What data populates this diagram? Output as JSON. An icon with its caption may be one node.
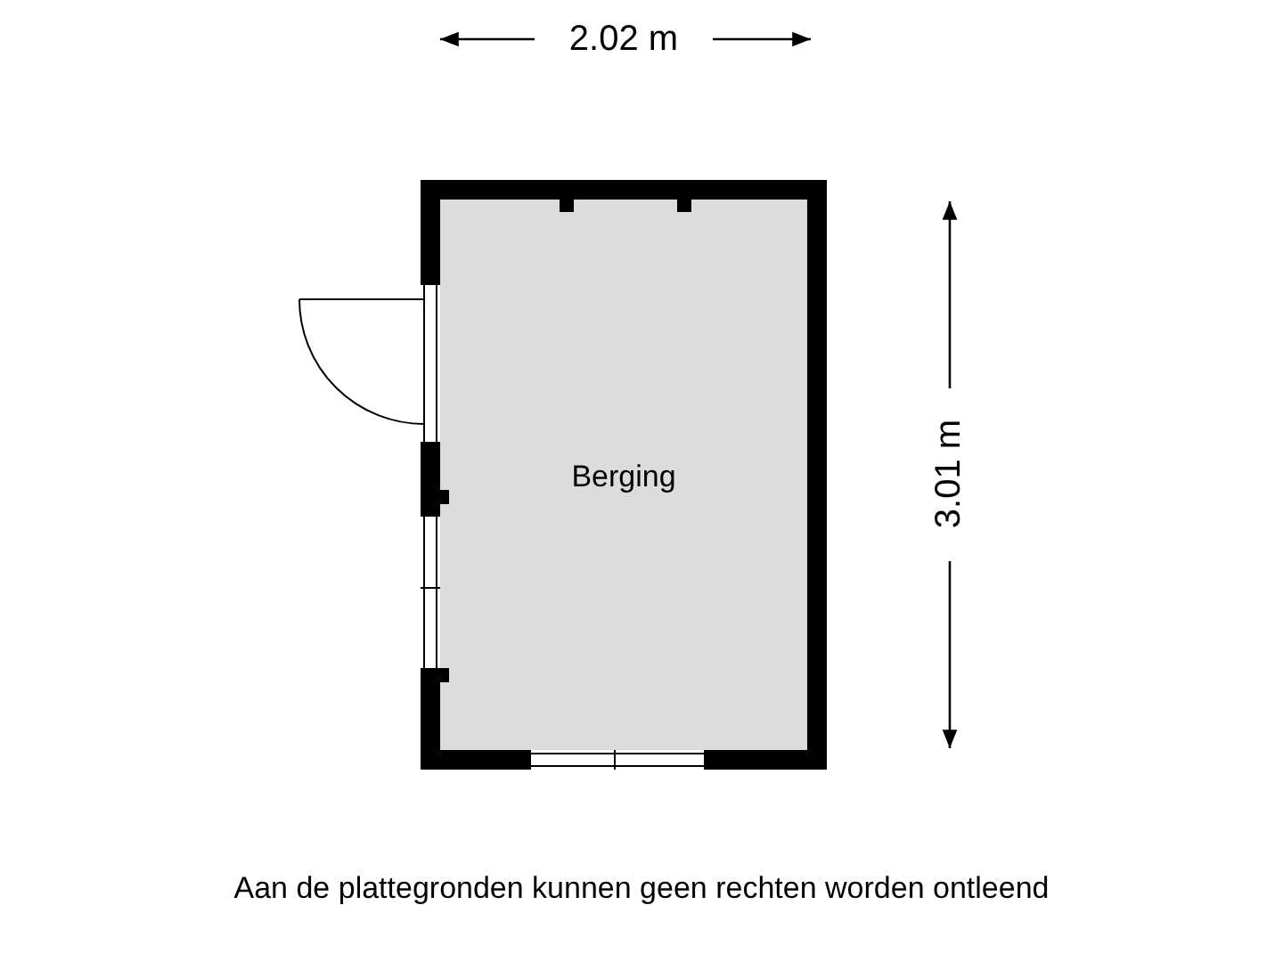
{
  "diagram": {
    "caption": "Aan de plattegronden kunnen geen rechten worden ontleend",
    "nodes": [
      {
        "text": [
          "Berging"
        ]
      }
    ],
    "labels": [
      "2.02 m",
      "3.01 m"
    ]
  }
}
